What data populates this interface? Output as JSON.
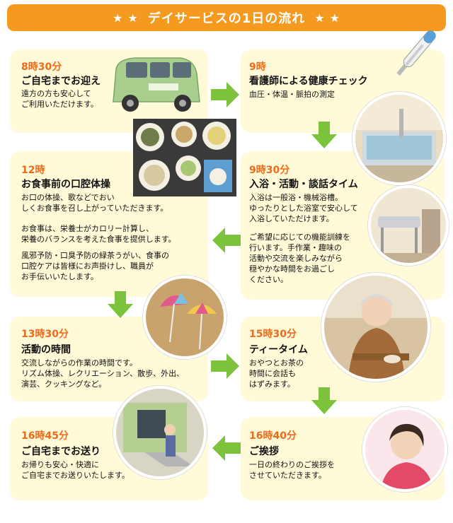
{
  "header": {
    "star": "★",
    "title": "デイサービスの1日の流れ"
  },
  "steps": [
    {
      "time": "8時30分",
      "title": "ご自宅までお迎え",
      "desc": "遠方の方も安心して\nご利用いただけます。"
    },
    {
      "time": "9時",
      "title": "看護師による健康チェック",
      "desc": "血圧・体温・脈拍の測定"
    },
    {
      "time": "9時30分",
      "title": "入浴・活動・談話タイム",
      "desc": "入浴は一般浴・機械浴槽。\nゆったりとした浴室で安心して\n入浴していただけます。",
      "desc2": "ご希望に応じての機能訓練を\n行います。手作業・趣味の\n活動や交流を楽しみながら\n穏やかな時間をお過ごし\nください。"
    },
    {
      "time": "12時",
      "title": "お食事前の口腔体操",
      "desc": "お口の体操、歌などでおい\nしくお食事を召し上がっていただきます。",
      "desc2": "お食事は、栄養士がカロリー計算し、\n栄養のバランスを考えた食事を提供します。",
      "desc3": "風邪予防・口臭予防の緑茶うがい、食事の\n口腔ケアは皆様にお声掛けし、職員が\nお手伝いいたします。"
    },
    {
      "time": "13時30分",
      "title": "活動の時間",
      "desc": "交流しながらの作業の時間です。\nリズム体操、レクリエーション、散歩、外出、\n演芸、クッキングなど。"
    },
    {
      "time": "15時30分",
      "title": "ティータイム",
      "desc": "おやつとお茶の\n時間に会話も\nはずみます。"
    },
    {
      "time": "16時40分",
      "title": "ご挨拶",
      "desc": "一日の終わりのご挨拶を\nさせていただきます。"
    },
    {
      "time": "16時45分",
      "title": "ご自宅までお送り",
      "desc": "お帰りも安心・快適に\nご自宅までお送りいたします。"
    }
  ]
}
